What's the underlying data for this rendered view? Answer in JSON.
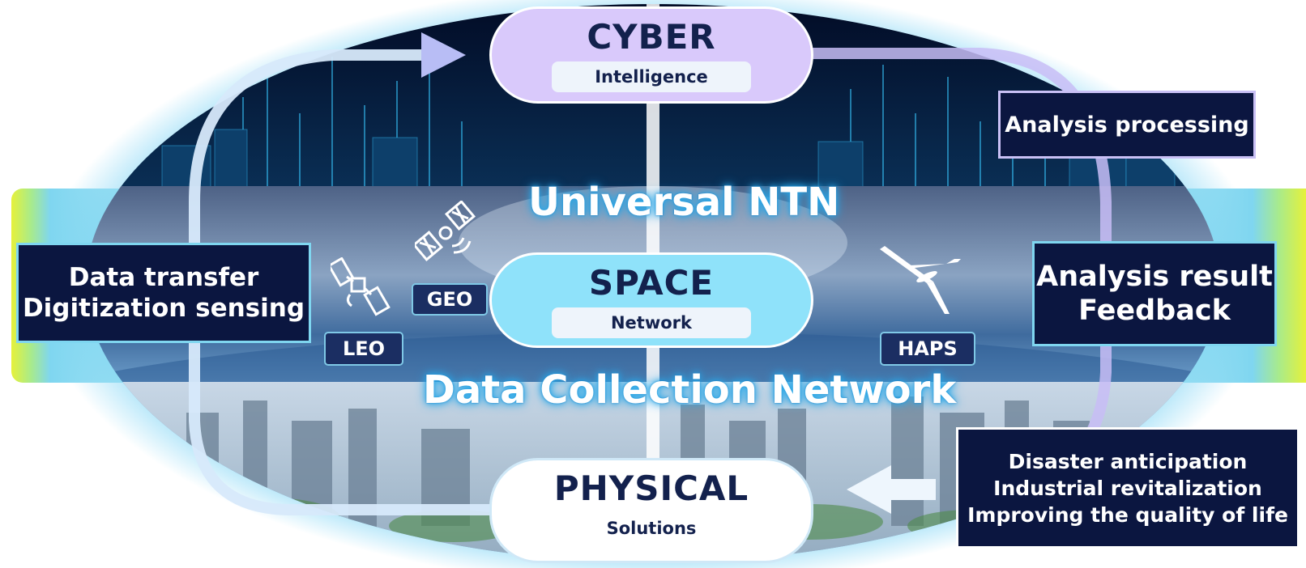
{
  "center": {
    "cyber": {
      "title": "CYBER",
      "subtitle": "Intelligence"
    },
    "space": {
      "title": "SPACE",
      "subtitle": "Network"
    },
    "physical": {
      "title": "PHYSICAL",
      "subtitle": "Solutions"
    }
  },
  "banners": {
    "top": "Universal NTN",
    "bottom": "Data Collection Network"
  },
  "tags": {
    "geo": "GEO",
    "leo": "LEO",
    "haps": "HAPS"
  },
  "side_boxes": {
    "left": {
      "line1": "Data transfer",
      "line2": "Digitization sensing"
    },
    "top_right": "Analysis processing",
    "mid_right": {
      "line1": "Analysis result",
      "line2": "Feedback"
    },
    "bottom_right": {
      "line1": "Disaster anticipation",
      "line2": "Industrial revitalization",
      "line3": "Improving the quality of life"
    }
  },
  "icons": [
    "satellite-geo-icon",
    "satellite-leo-icon",
    "haps-aircraft-icon",
    "flow-arrow-icon"
  ],
  "colors": {
    "dark_box": "#0b1640",
    "cyber_pill": "#d9c9fb",
    "space_pill": "#8fe2fa",
    "physical_pill": "#ffffff",
    "glow": "#27a7e8",
    "band_end": "#e6f13a"
  }
}
